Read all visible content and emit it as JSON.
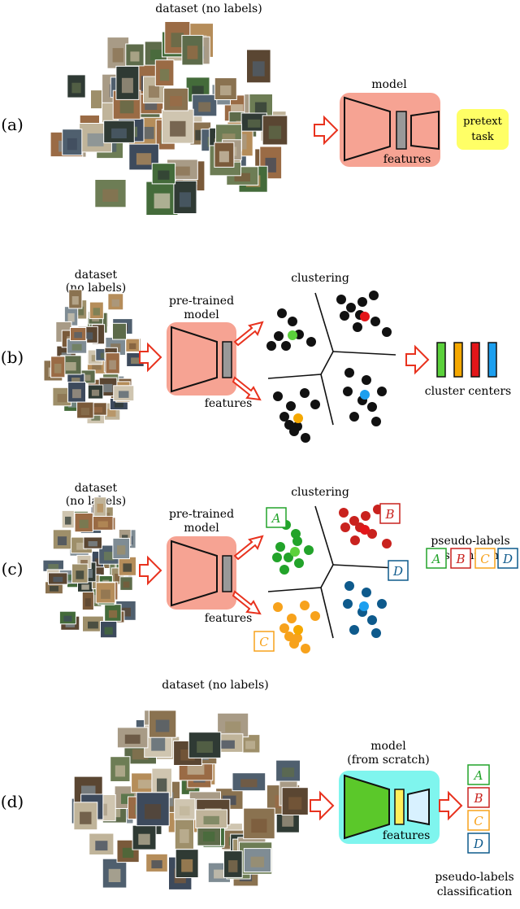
{
  "panels": [
    {
      "id": "a",
      "label": "(a)",
      "dataset": "dataset (no labels)",
      "model": "model",
      "features": "features",
      "task": [
        "pretext",
        "task"
      ]
    },
    {
      "id": "b",
      "label": "(b)",
      "dataset": [
        "dataset",
        "(no labels)"
      ],
      "model": [
        "pre-trained",
        "model"
      ],
      "features": "features",
      "clustering": "clustering",
      "centers": "cluster centers"
    },
    {
      "id": "c",
      "label": "(c)",
      "dataset": [
        "dataset",
        "(no labels)"
      ],
      "model": [
        "pre-trained",
        "model"
      ],
      "features": "features",
      "clustering": "clustering",
      "assign": [
        "pseudo-labels",
        "assignment"
      ],
      "letters": [
        "A",
        "B",
        "C",
        "D"
      ]
    },
    {
      "id": "d",
      "label": "(d)",
      "dataset": "dataset (no labels)",
      "model": [
        "model",
        "(from scratch)"
      ],
      "features": "features",
      "letters": [
        "A",
        "B",
        "C",
        "D"
      ],
      "classif": [
        "pseudo-labels",
        "classification"
      ]
    }
  ],
  "colors": {
    "arrow": "#e8321e",
    "model_box": "#f6a393",
    "model_box_d": "#7ff5ee",
    "task_box": "#ffff66",
    "cluster_green": "#22a32a",
    "cluster_red": "#c9221e",
    "cluster_orange": "#f7a21c",
    "cluster_blue": "#0e5a8c",
    "center_green": "#5bd13b",
    "center_orange": "#f5a800",
    "center_red": "#e3161a",
    "center_blue": "#1c9fef"
  }
}
